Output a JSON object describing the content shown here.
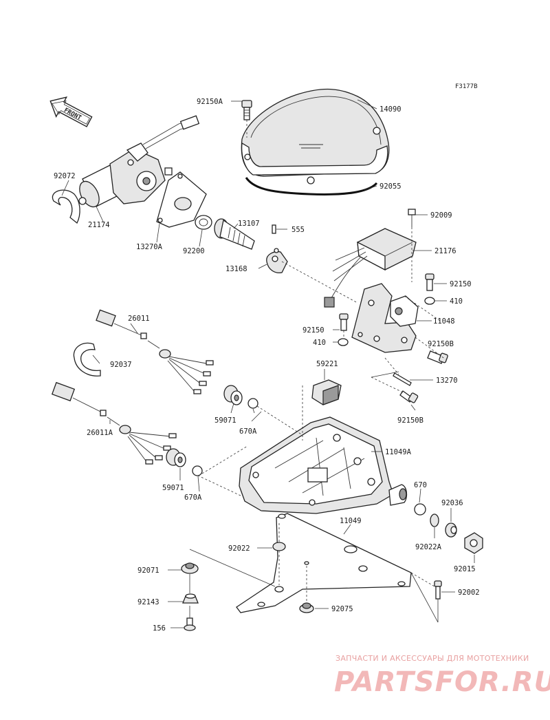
{
  "figure_code": "F3177B",
  "front_label": "FRONT",
  "callouts": [
    {
      "id": "c-92150A",
      "text": "92150A"
    },
    {
      "id": "c-14090",
      "text": "14090"
    },
    {
      "id": "c-92055",
      "text": "92055"
    },
    {
      "id": "c-92072",
      "text": "92072"
    },
    {
      "id": "c-21174",
      "text": "21174"
    },
    {
      "id": "c-13270A",
      "text": "13270A"
    },
    {
      "id": "c-92200",
      "text": "92200"
    },
    {
      "id": "c-13107",
      "text": "13107"
    },
    {
      "id": "c-555",
      "text": "555"
    },
    {
      "id": "c-13168",
      "text": "13168"
    },
    {
      "id": "c-92009",
      "text": "92009"
    },
    {
      "id": "c-21176",
      "text": "21176"
    },
    {
      "id": "c-92150",
      "text": "92150"
    },
    {
      "id": "c-410a",
      "text": "410"
    },
    {
      "id": "c-11048",
      "text": "11048"
    },
    {
      "id": "c-92150b2",
      "text": "92150"
    },
    {
      "id": "c-410b",
      "text": "410"
    },
    {
      "id": "c-92150B",
      "text": "92150B"
    },
    {
      "id": "c-26011",
      "text": "26011"
    },
    {
      "id": "c-92037",
      "text": "92037"
    },
    {
      "id": "c-59221",
      "text": "59221"
    },
    {
      "id": "c-13270",
      "text": "13270"
    },
    {
      "id": "c-92150B2",
      "text": "92150B"
    },
    {
      "id": "c-26011A",
      "text": "26011A"
    },
    {
      "id": "c-59071a",
      "text": "59071"
    },
    {
      "id": "c-670Aa",
      "text": "670A"
    },
    {
      "id": "c-11049A",
      "text": "11049A"
    },
    {
      "id": "c-59071b",
      "text": "59071"
    },
    {
      "id": "c-670Ab",
      "text": "670A"
    },
    {
      "id": "c-670",
      "text": "670"
    },
    {
      "id": "c-92036",
      "text": "92036"
    },
    {
      "id": "c-11049",
      "text": "11049"
    },
    {
      "id": "c-92022",
      "text": "92022"
    },
    {
      "id": "c-92022A",
      "text": "92022A"
    },
    {
      "id": "c-92015",
      "text": "92015"
    },
    {
      "id": "c-92071",
      "text": "92071"
    },
    {
      "id": "c-92002",
      "text": "92002"
    },
    {
      "id": "c-92143",
      "text": "92143"
    },
    {
      "id": "c-92075",
      "text": "92075"
    },
    {
      "id": "c-156",
      "text": "156"
    }
  ],
  "watermark": {
    "line1": "ЗАПЧАСТИ И АКСЕССУАРЫ ДЛЯ МОТОТЕХНИКИ",
    "line2": "PARTSFOR.RU",
    "color": "#f2b8b8"
  }
}
